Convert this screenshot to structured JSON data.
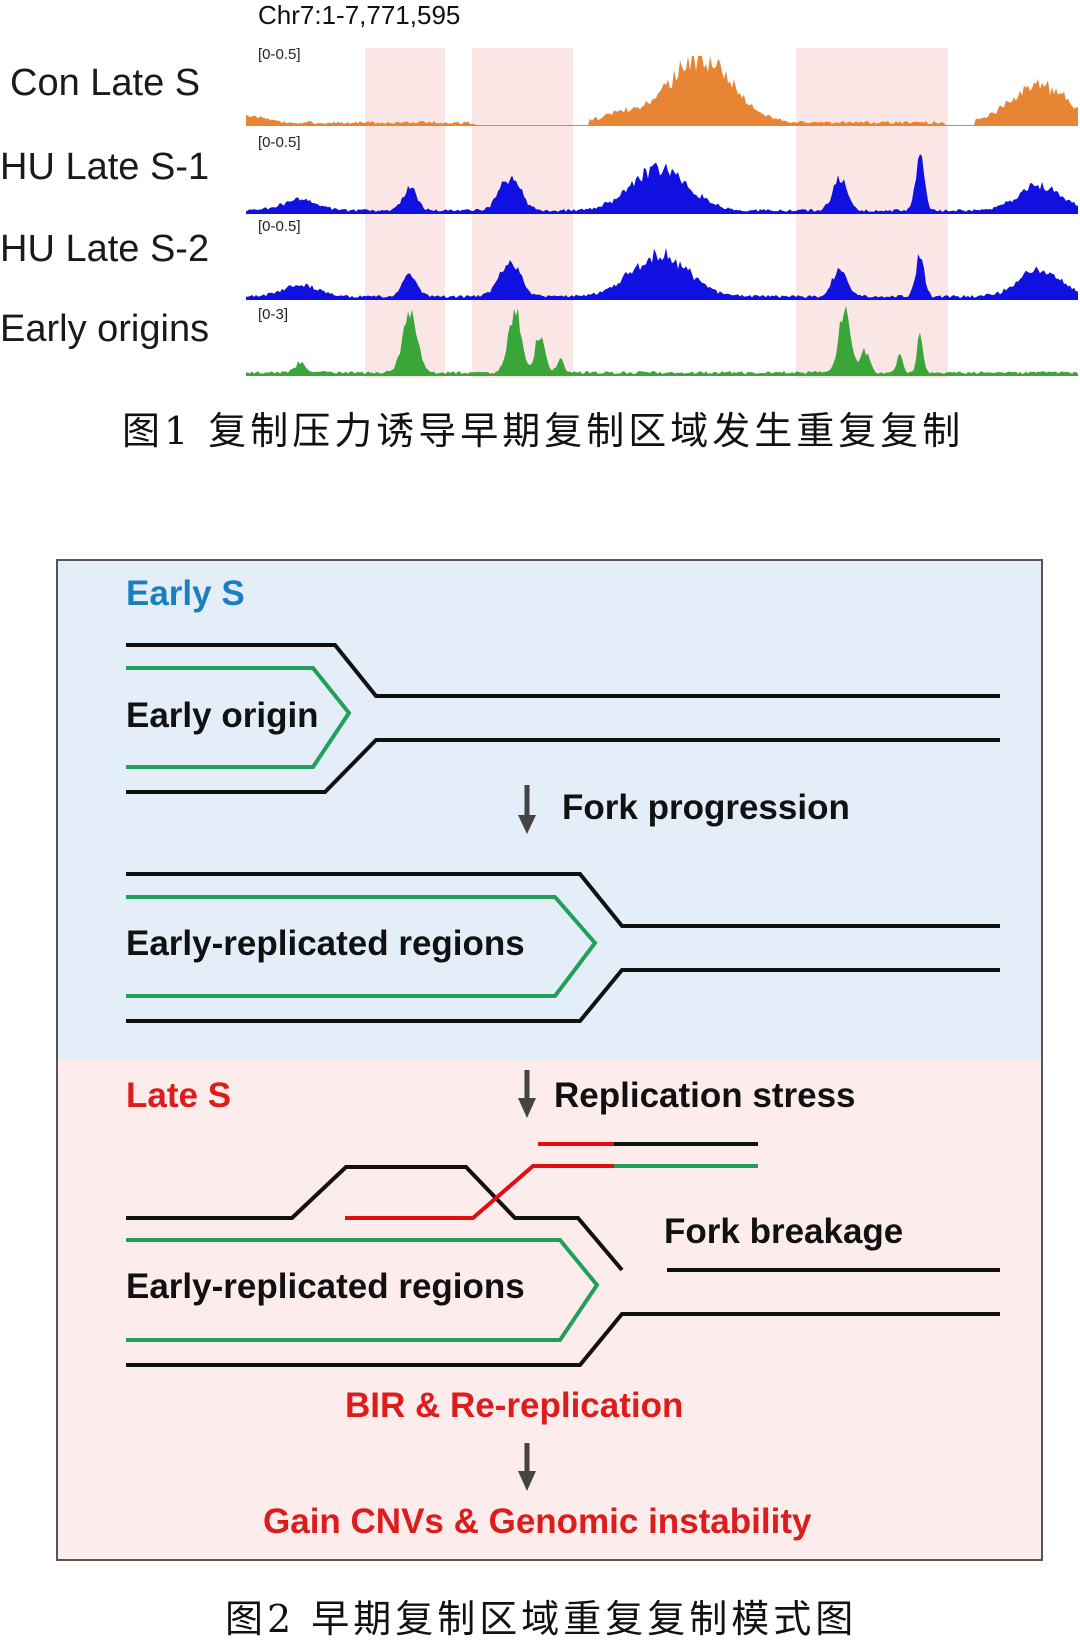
{
  "figure1": {
    "coordinate": "Chr7:1-7,771,595",
    "tracks": [
      {
        "label": "Con Late S",
        "range": "[0-0.5]",
        "color": "#e88534"
      },
      {
        "label": "HU Late S-1",
        "range": "[0-0.5]",
        "color": "#1010e0"
      },
      {
        "label": "HU Late S-2",
        "range": "[0-0.5]",
        "color": "#1010e0"
      },
      {
        "label": "Early origins",
        "range": "[0-3]",
        "color": "#3aa63a"
      }
    ],
    "highlight_color": "#fbe6e6",
    "caption": "图1 复制压力诱导早期复制区域发生重复复制"
  },
  "figure2": {
    "early_panel": {
      "title": "Early S",
      "title_color": "#1a7fc1",
      "bg_color": "#e3eef8",
      "origin_label": "Early origin",
      "step_label": "Fork progression",
      "regions_label": "Early-replicated regions"
    },
    "late_panel": {
      "title": "Late S",
      "title_color": "#dd1c1c",
      "bg_color": "#fcecec",
      "stress_label": "Replication stress",
      "breakage_label": "Fork breakage",
      "regions_label": "Early-replicated regions",
      "bir_label": "BIR & Re-replication",
      "outcome_label": "Gain CNVs & Genomic instability"
    },
    "strand_colors": {
      "parental": "#111111",
      "new": "#22a05a",
      "bir": "#e01010"
    },
    "caption": "图2 早期复制区域重复复制模式图"
  }
}
